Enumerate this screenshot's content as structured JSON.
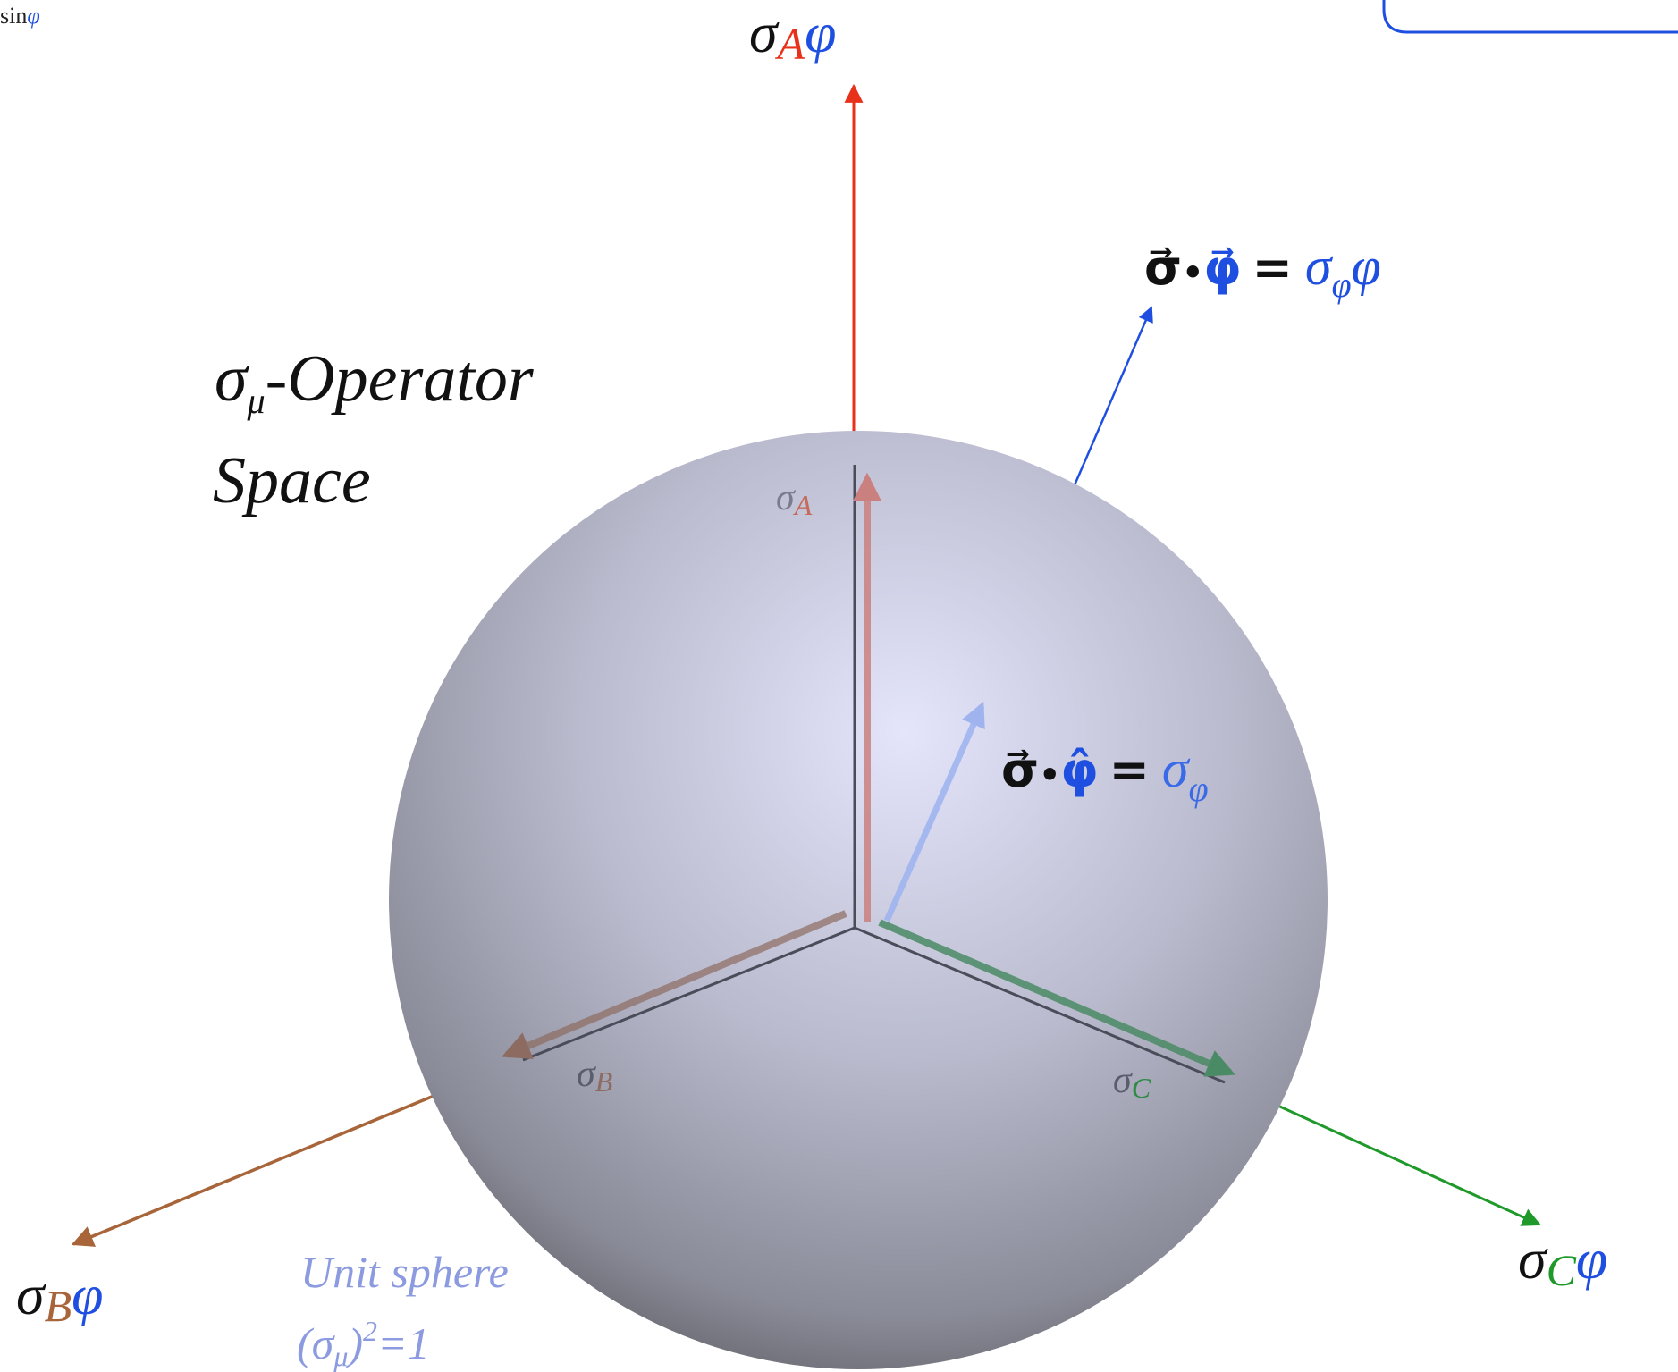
{
  "corner_fragment": {
    "sin": "sin",
    "phi": "φ"
  },
  "title": {
    "line1_sigma": "σ",
    "line1_mu": "μ",
    "line1_rest": "-Operator",
    "line2": "Space"
  },
  "axes": {
    "A": {
      "outer_sigma": "σ",
      "outer_sub": "A",
      "outer_phi": "φ",
      "inner_sigma": "σ",
      "inner_sub": "A"
    },
    "B": {
      "outer_sigma": "σ",
      "outer_sub": "B",
      "outer_phi": "φ",
      "inner_sigma": "σ",
      "inner_sub": "B"
    },
    "C": {
      "outer_sigma": "σ",
      "outer_sub": "C",
      "outer_phi": "φ",
      "inner_sigma": "σ",
      "inner_sub": "C"
    }
  },
  "vector_labels": {
    "full": {
      "sigma_vec": "σ⃗",
      "dot": "•",
      "phi_vec": "φ⃗",
      "equals": "=",
      "rhs_sigma": "σ",
      "rhs_sub": "φ",
      "rhs_phi": "φ"
    },
    "unit": {
      "sigma_vec": "σ⃗",
      "dot": "•",
      "phi_hat": "φ̂",
      "equals": "=",
      "rhs_sigma": "σ",
      "rhs_sub": "φ"
    }
  },
  "sphere_caption": {
    "line1": "Unit sphere",
    "line2_open": "(σ",
    "line2_mu": "μ",
    "line2_close": ")",
    "line2_exp": "2",
    "line2_eq": "=1"
  },
  "colors": {
    "axis_A": "#e8311a",
    "axis_B": "#a8653a",
    "axis_C": "#1f9a2a",
    "phi_blue": "#1f4fe0",
    "caption": "#8c9be0",
    "sphere_light": "#e3e4fa",
    "sphere_mid": "#a9aabf",
    "sphere_dark": "#4f5052"
  },
  "icons": {
    "callout_box": "rounded-corner-box-fragment"
  }
}
